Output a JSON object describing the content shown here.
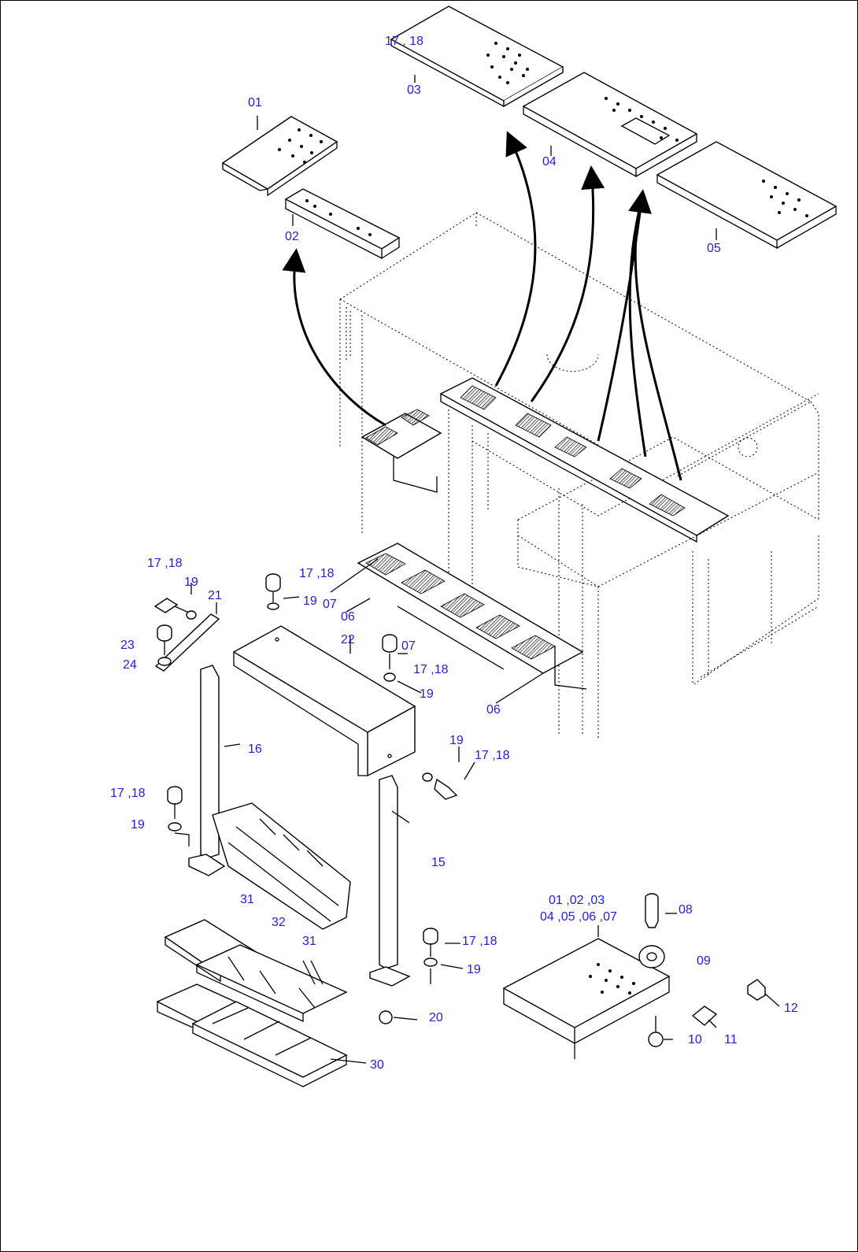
{
  "diagram": {
    "callouts": [
      {
        "id": "c-17-18-top",
        "text": "17 , 18"
      },
      {
        "id": "c-03",
        "text": "03"
      },
      {
        "id": "c-01",
        "text": "01"
      },
      {
        "id": "c-04",
        "text": "04"
      },
      {
        "id": "c-02",
        "text": "02"
      },
      {
        "id": "c-05",
        "text": "05"
      },
      {
        "id": "c-17-18-left",
        "text": "17 ,18"
      },
      {
        "id": "c-19-a",
        "text": "19"
      },
      {
        "id": "c-21",
        "text": "21"
      },
      {
        "id": "c-17-18-mid",
        "text": "17 ,18"
      },
      {
        "id": "c-19-b",
        "text": "19"
      },
      {
        "id": "c-07-a",
        "text": "07"
      },
      {
        "id": "c-06-a",
        "text": "06"
      },
      {
        "id": "c-23",
        "text": "23"
      },
      {
        "id": "c-24",
        "text": "24"
      },
      {
        "id": "c-22",
        "text": "22"
      },
      {
        "id": "c-07-b",
        "text": "07"
      },
      {
        "id": "c-17-18-c",
        "text": "17 ,18"
      },
      {
        "id": "c-19-c",
        "text": "19"
      },
      {
        "id": "c-06-b",
        "text": "06"
      },
      {
        "id": "c-16",
        "text": "16"
      },
      {
        "id": "c-19-d",
        "text": "19"
      },
      {
        "id": "c-17-18-d",
        "text": "17 ,18"
      },
      {
        "id": "c-17-18-e",
        "text": "17 ,18"
      },
      {
        "id": "c-19-e",
        "text": "19"
      },
      {
        "id": "c-15",
        "text": "15"
      },
      {
        "id": "c-31-a",
        "text": "31"
      },
      {
        "id": "c-32",
        "text": "32"
      },
      {
        "id": "c-31-b",
        "text": "31"
      },
      {
        "id": "c-01-02-03",
        "text": "01 ,02 ,03"
      },
      {
        "id": "c-04-05-06-07",
        "text": "04 ,05 ,06 ,07"
      },
      {
        "id": "c-08",
        "text": "08"
      },
      {
        "id": "c-09",
        "text": "09"
      },
      {
        "id": "c-17-18-f",
        "text": "17 ,18"
      },
      {
        "id": "c-19-f",
        "text": "19"
      },
      {
        "id": "c-12",
        "text": "12"
      },
      {
        "id": "c-20",
        "text": "20"
      },
      {
        "id": "c-10",
        "text": "10"
      },
      {
        "id": "c-11",
        "text": "11"
      },
      {
        "id": "c-30",
        "text": "30"
      }
    ]
  }
}
